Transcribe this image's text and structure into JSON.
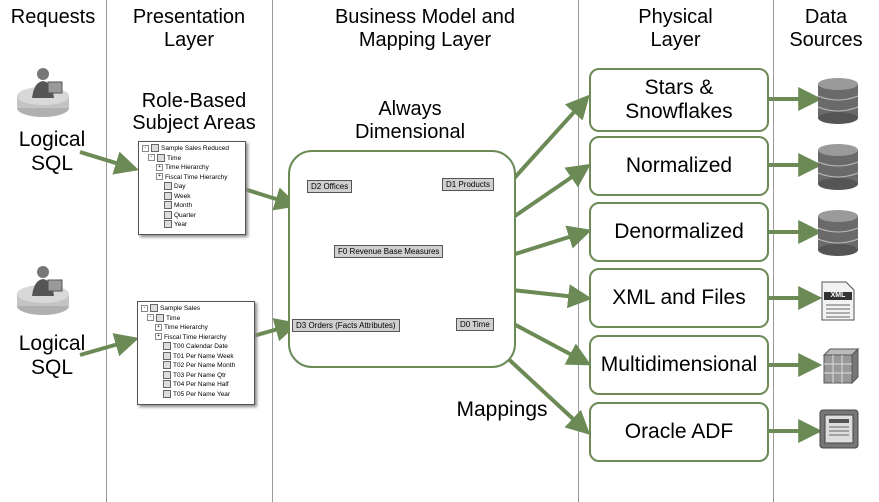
{
  "columns": {
    "requests": "Requests",
    "presentation": "Presentation\nLayer",
    "business": "Business Model and\nMapping Layer",
    "physical": "Physical\nLayer",
    "sources": "Data\nSources"
  },
  "requests": {
    "query1": "Logical\nSQL",
    "query2": "Logical\nSQL"
  },
  "presentation": {
    "subject_areas_label": "Role-Based\nSubject Areas",
    "tree1": [
      "Sample Sales Reduced",
      "Time",
      "Time Hierarchy",
      "Fiscal Time Hierarchy",
      "Day",
      "Week",
      "Month",
      "Quarter",
      "Year"
    ],
    "tree2": [
      "Sample Sales",
      "Time",
      "Time Hierarchy",
      "Fiscal Time Hierarchy",
      "T00 Calendar Date",
      "T01 Per Name Week",
      "T02 Per Name Month",
      "T03 Per Name Qtr",
      "T04 Per Name Half",
      "T05 Per Name Year"
    ]
  },
  "business": {
    "label": "Always\nDimensional",
    "tables": {
      "d2": "D2 Offices",
      "d1": "D1 Products",
      "f0": "F0 Revenue Base Measures",
      "d3": "D3 Orders (Facts Attributes)",
      "d0": "D0 Time"
    },
    "mappings_label": "Mappings"
  },
  "physical": {
    "items": [
      "Stars &\nSnowflakes",
      "Normalized",
      "Denormalized",
      "XML and Files",
      "Multidimensional",
      "Oracle ADF"
    ]
  },
  "sources": {
    "icons": [
      "database-icon",
      "database-icon",
      "database-icon",
      "xml-file-icon",
      "cube-icon",
      "adf-app-icon"
    ],
    "xml_icon_text": "XML"
  },
  "colors": {
    "arrow": "#6b8a55",
    "border": "#6b8a55"
  }
}
